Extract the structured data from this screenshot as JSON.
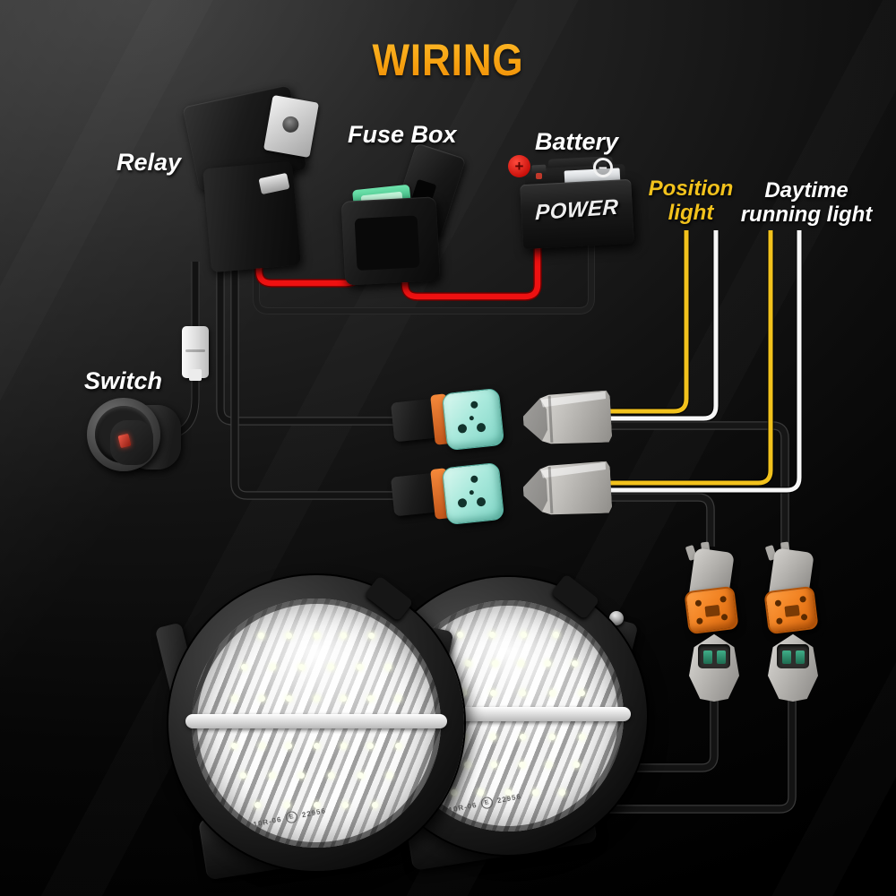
{
  "title": "WIRING",
  "theme": {
    "background": "#0c0c0c",
    "title_orange": "#f7a211"
  },
  "labels": {
    "relay": "Relay",
    "fuse_box": "Fuse Box",
    "battery": "Battery",
    "switch": "Switch",
    "position_light_line1": "Position",
    "position_light_line2": "light",
    "daytime_line1": "Daytime",
    "daytime_line2": "running light",
    "battery_positive": "+",
    "battery_negative": "−",
    "battery_brand": "POWER"
  },
  "label_colors": {
    "component_labels": "#ffffff",
    "position_light": "#f2c21c",
    "daytime_running_light": "#ffffff"
  },
  "wires": {
    "power_red": "#ee1111",
    "position_yellow": "#f2c21c",
    "drl_white": "#f7f7f7",
    "harness_black": "#161616",
    "ground_black": "#1d1d1d"
  },
  "connectors": {
    "dt_female_teal_face": "#a9e9dc",
    "dt_seal_orange": "#e0681c",
    "dt_male_gray": "#c2c0bc",
    "dt_female_orange_face": "#f08020",
    "dt_pin_green": "#2f9070",
    "count_teal": 2,
    "count_gray_male": 2,
    "count_orange": 2,
    "count_green_pin": 2
  },
  "lights": {
    "count": 2,
    "lens_marking_1": "10R-06",
    "lens_mark_e": "E",
    "lens_marking_2": "22956"
  }
}
